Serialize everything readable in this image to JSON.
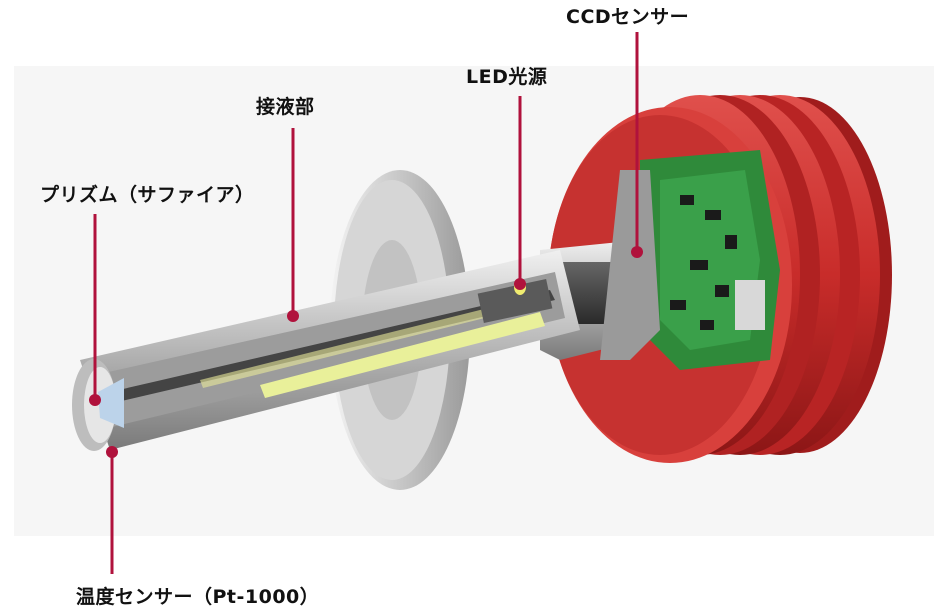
{
  "labels": {
    "ccd_sensor": "CCDセンサー",
    "led_light_source": "LED光源",
    "liquid_contact_part": "接液部",
    "prism": "プリズム（サファイア）",
    "temperature_sensor": "温度センサー（Pt-1000）"
  },
  "colors": {
    "leader_line": "#b0123c",
    "housing": "#c82c2a",
    "circuit_board": "#2f8a3a",
    "light_path": "#e9f09a"
  }
}
